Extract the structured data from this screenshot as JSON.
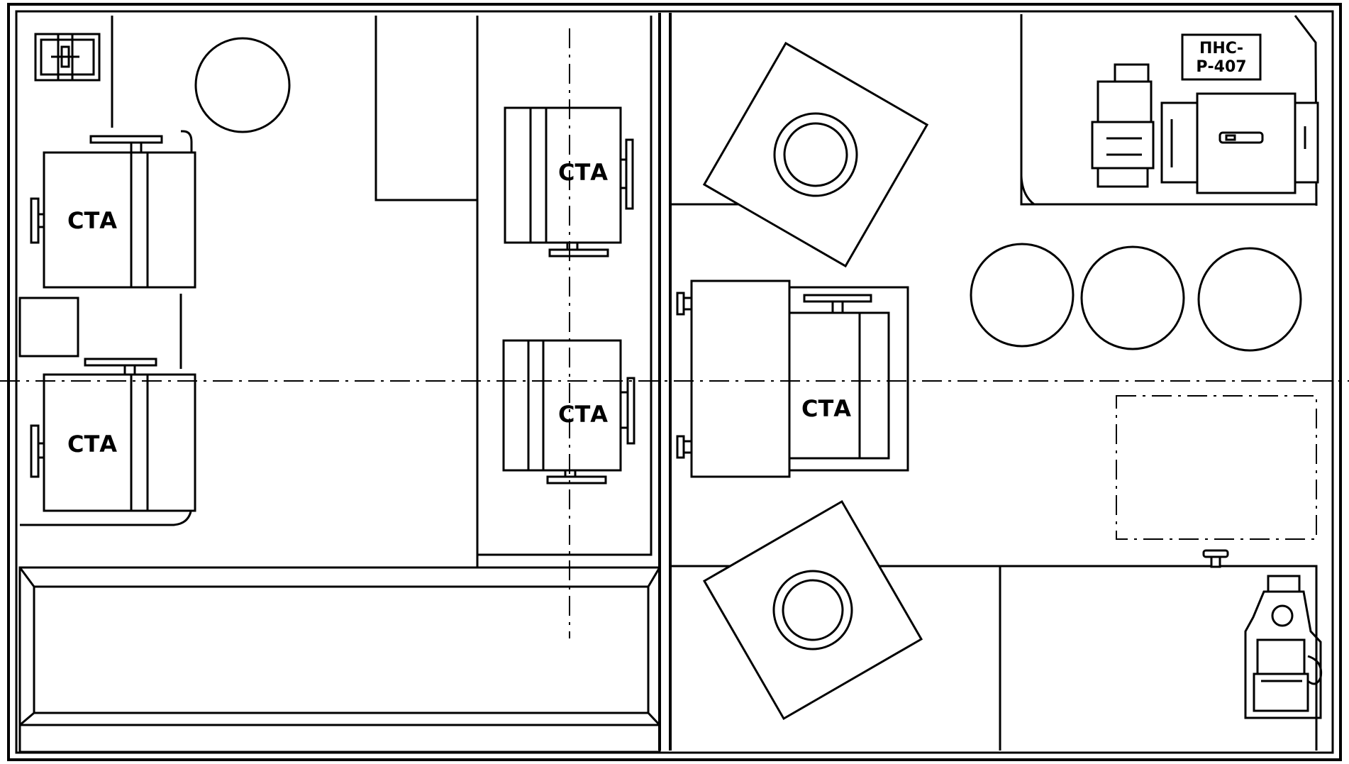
{
  "diagram": {
    "units": [
      {
        "id": "unit-left-upper",
        "label": "СТА"
      },
      {
        "id": "unit-left-lower",
        "label": "СТА"
      },
      {
        "id": "unit-center-upper",
        "label": "СТА"
      },
      {
        "id": "unit-center-lower",
        "label": "СТА"
      },
      {
        "id": "unit-right-large",
        "label": "СТА"
      }
    ],
    "pump_tag": {
      "line1": "ПНС-",
      "line2": "Р-407"
    }
  }
}
